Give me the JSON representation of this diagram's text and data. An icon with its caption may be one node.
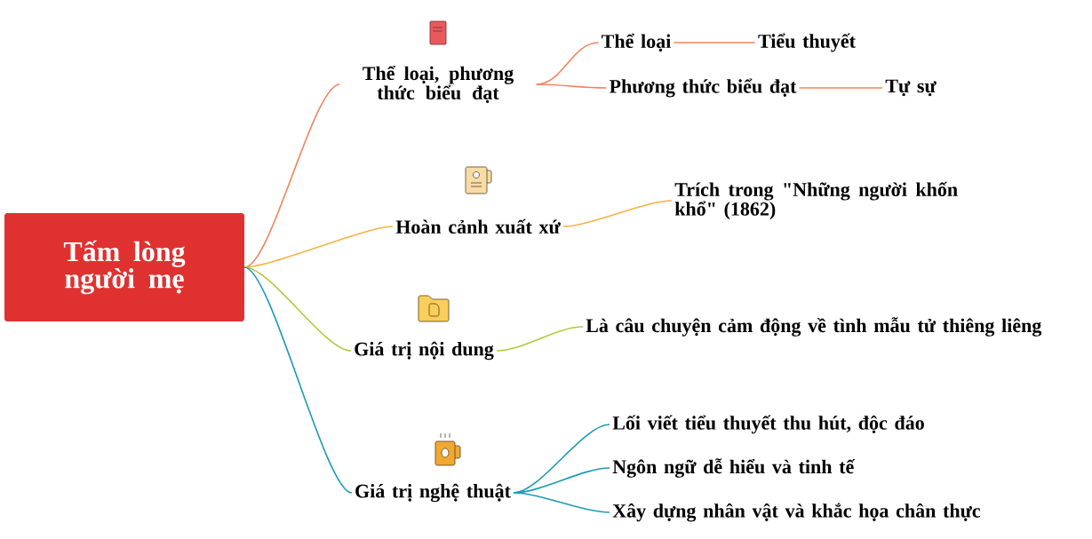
{
  "diagram": {
    "nodes": [
      {
        "text": [
          "Tấm lòng người mẹ"
        ]
      },
      {
        "text": [
          "Thể loại, phương thức biểu đạt"
        ]
      },
      {
        "text": [
          "Thể loại"
        ]
      },
      {
        "text": [
          "Tiểu thuyết"
        ]
      },
      {
        "text": [
          "Phương thức biểu đạt"
        ]
      },
      {
        "text": [
          "Tự sự"
        ]
      },
      {
        "text": [
          "Hoàn cảnh xuất xứ"
        ]
      },
      {
        "text": [
          "Trích trong \"Những người khốn khổ\" (1862)"
        ]
      },
      {
        "text": [
          "Giá trị nội dung"
        ]
      },
      {
        "text": [
          "Là câu chuyện cảm động về tình mẫu tử thiêng liêng"
        ]
      },
      {
        "text": [
          "Giá trị nghệ thuật"
        ]
      },
      {
        "text": [
          "Lối viết tiểu thuyết thu hút, độc đáo"
        ]
      },
      {
        "text": [
          "Ngôn ngữ dễ hiểu và tinh tế"
        ]
      },
      {
        "text": [
          "Xây dựng nhân vật và khắc họa chân thực"
        ]
      }
    ],
    "edges": [
      {
        "from": 0,
        "to": 1,
        "arrow": "none",
        "color": "#f0845c"
      },
      {
        "from": 1,
        "to": 2,
        "arrow": "none",
        "color": "#f0845c"
      },
      {
        "from": 2,
        "to": 3,
        "arrow": "none",
        "color": "#f0845c"
      },
      {
        "from": 1,
        "to": 4,
        "arrow": "none",
        "color": "#f0845c"
      },
      {
        "from": 4,
        "to": 5,
        "arrow": "none",
        "color": "#f0845c"
      },
      {
        "from": 0,
        "to": 6,
        "arrow": "none",
        "color": "#f5b342"
      },
      {
        "from": 6,
        "to": 7,
        "arrow": "none",
        "color": "#f5b342"
      },
      {
        "from": 0,
        "to": 8,
        "arrow": "none",
        "color": "#b5c93a"
      },
      {
        "from": 8,
        "to": 9,
        "arrow": "none",
        "color": "#b5c93a"
      },
      {
        "from": 0,
        "to": 10,
        "arrow": "none",
        "color": "#1a9bb5"
      },
      {
        "from": 10,
        "to": 11,
        "arrow": "none",
        "color": "#1a9bb5"
      },
      {
        "from": 10,
        "to": 12,
        "arrow": "none",
        "color": "#1a9bb5"
      },
      {
        "from": 10,
        "to": 13,
        "arrow": "none",
        "color": "#1a9bb5"
      }
    ]
  }
}
